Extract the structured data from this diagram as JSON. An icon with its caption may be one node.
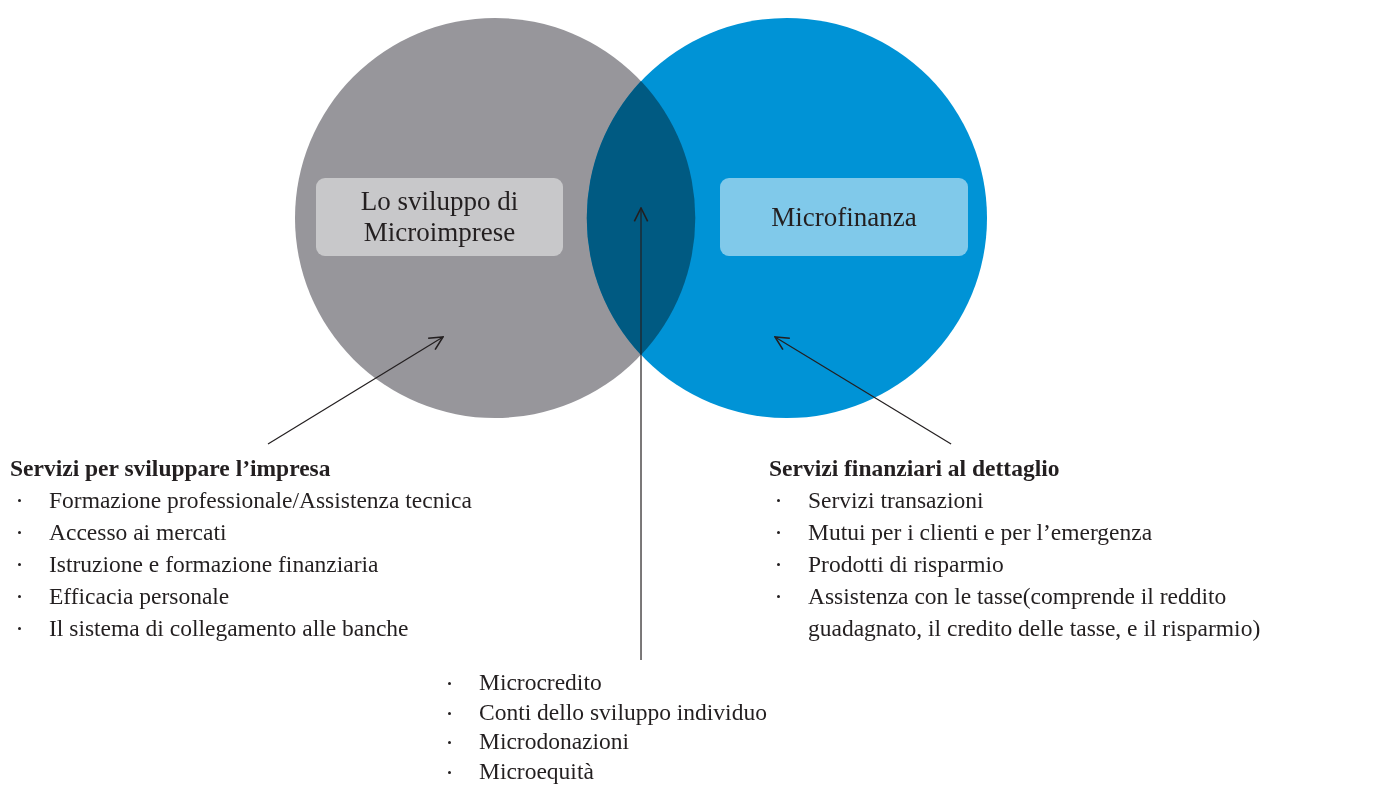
{
  "diagram": {
    "nodes": [
      {
        "text": [],
        "shape": "circle"
      },
      {
        "text": [
          "Lo sviluppo di Microimprese"
        ],
        "in": 0
      },
      {
        "text": [],
        "shape": "circle"
      },
      {
        "text": [
          "Microfinanza"
        ],
        "in": 2
      },
      {
        "text": [],
        "shape": "lens"
      },
      {
        "text": [
          "Servizi per sviluppare l’impresa",
          "Formazione professionale/Assistenza tecnica",
          "Accesso ai mercati",
          "Istruzione e formazione finanziaria",
          "Efficacia personale",
          "Il sistema di collegamento alle banche"
        ]
      },
      {
        "text": [
          "Servizi finanziari al dettaglio",
          "Servizi transazioni",
          "Mutui per i clienti e per l’emergenza",
          "Prodotti di risparmio",
          "Assistenza con le tasse(comprende il reddito guadagnato, il credito delle tasse, e il risparmio)"
        ]
      },
      {
        "text": [
          "Microcredito",
          "Conti dello sviluppo individuo",
          "Microdonazioni",
          "Microequità"
        ]
      }
    ],
    "edges": [
      {
        "from": 5,
        "to": 0,
        "arrow": "to"
      },
      {
        "from": 6,
        "to": 2,
        "arrow": "to"
      },
      {
        "from": 7,
        "to": 4,
        "arrow": "to"
      }
    ]
  }
}
